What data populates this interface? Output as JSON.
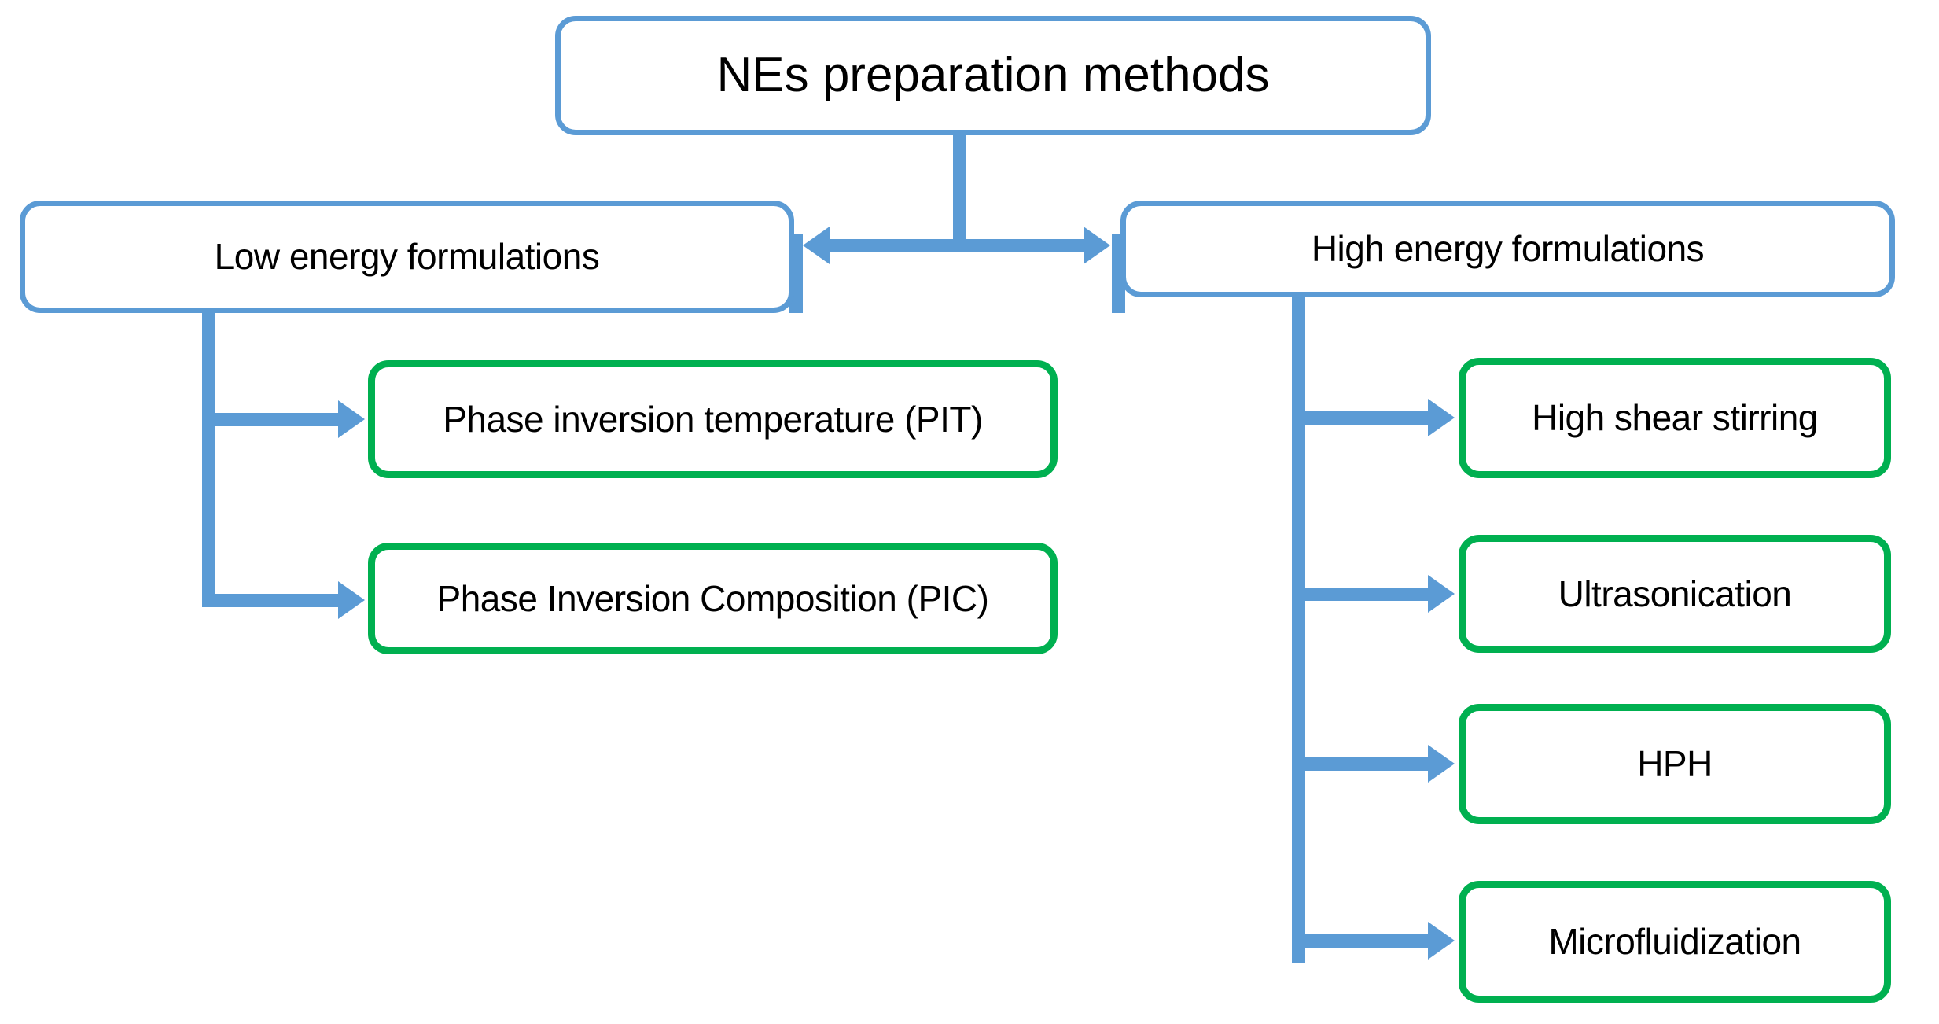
{
  "diagram": {
    "title": "NEs preparation methods",
    "type": "flowchart",
    "colors": {
      "level1_border": "#5B9BD5",
      "level2_border": "#5B9BD5",
      "leaf_border": "#00B050",
      "connector": "#5B9BD5",
      "background": "#FFFFFF",
      "text": "#000000"
    },
    "root": {
      "label": "NEs preparation methods"
    },
    "branches": [
      {
        "id": "low-energy",
        "label": "Low energy formulations",
        "children": [
          {
            "id": "pit",
            "label": "Phase inversion temperature (PIT)"
          },
          {
            "id": "pic",
            "label": "Phase Inversion Composition (PIC)"
          }
        ]
      },
      {
        "id": "high-energy",
        "label": "High energy formulations",
        "children": [
          {
            "id": "high-shear-stirring",
            "label": "High shear stirring"
          },
          {
            "id": "ultrasonication",
            "label": "Ultrasonication"
          },
          {
            "id": "hph",
            "label": "HPH"
          },
          {
            "id": "microfluidization",
            "label": "Microfluidization"
          }
        ]
      }
    ]
  }
}
